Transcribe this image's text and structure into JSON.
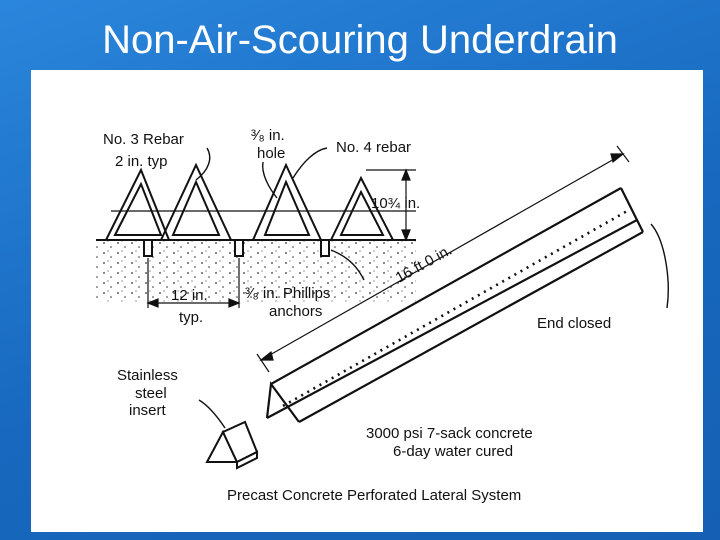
{
  "slide": {
    "title": "Non-Air-Scouring Underdrain"
  },
  "diagram": {
    "labels": {
      "rebar3": "No. 3 Rebar",
      "typ2": "2 in. typ",
      "hole_size": "³⁄₈ in.",
      "hole": "hole",
      "rebar4": "No. 4 rebar",
      "height": "10¾ in.",
      "length": "16 ft 0 in.",
      "spacing": "12 in.",
      "spacing_typ": "typ.",
      "anchor_size": "³⁄₈ in. Phillips",
      "anchors": "anchors",
      "end_closed": "End closed",
      "insert_1": "Stainless",
      "insert_2": "steel",
      "insert_3": "insert",
      "concrete_1": "3000 psi 7-sack concrete",
      "concrete_2": "6-day water cured"
    },
    "caption": "Precast Concrete Perforated Lateral System"
  }
}
